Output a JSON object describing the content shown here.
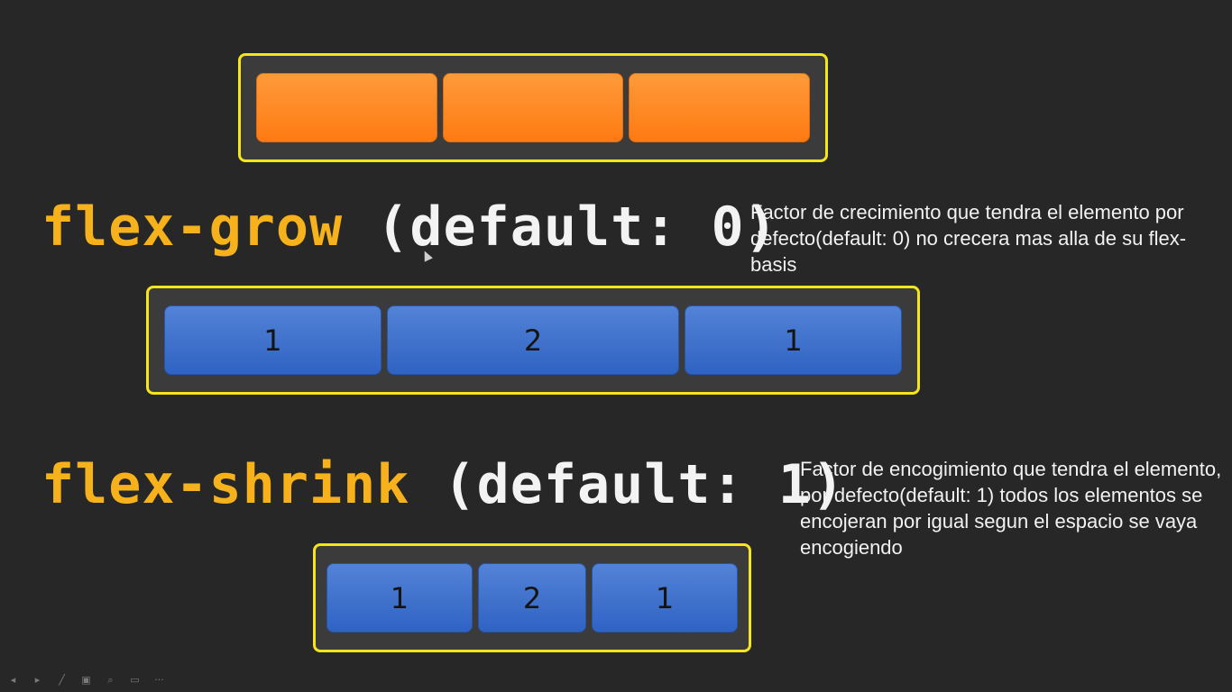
{
  "diagram_top": {
    "boxes": [
      "",
      "",
      ""
    ]
  },
  "flex_grow": {
    "property": "flex-grow",
    "default_text": "(default: 0)",
    "description": "Factor de crecimiento que tendra el elemento por defecto(default: 0) no crecera mas alla de su flex-basis",
    "boxes": [
      {
        "label": "1",
        "grow": 1
      },
      {
        "label": "2",
        "grow": 2
      },
      {
        "label": "1",
        "grow": 1
      }
    ]
  },
  "flex_shrink": {
    "property": "flex-shrink",
    "default_text": "(default: 1)",
    "description": "Factor de encogimiento que tendra el elemento, por defecto(default: 1) todos los elementos se encojeran por igual segun el espacio se vaya encogiendo",
    "boxes": [
      {
        "label": "1",
        "shrink": 1
      },
      {
        "label": "2",
        "shrink": 2
      },
      {
        "label": "1",
        "shrink": 1
      }
    ]
  },
  "toolbar": {
    "icons": [
      "prev-icon",
      "next-icon",
      "pen-icon",
      "slides-icon",
      "zoom-icon",
      "subtitles-icon",
      "more-icon"
    ],
    "glyphs": [
      "◂",
      "▸",
      "╱",
      "▣",
      "⌕",
      "▭",
      "···"
    ]
  },
  "colors": {
    "background": "#272727",
    "container_border": "#f5e51a",
    "orange_box": "#ff8a20",
    "blue_box": "#3d6fcc",
    "property_text": "#f7b21b"
  }
}
